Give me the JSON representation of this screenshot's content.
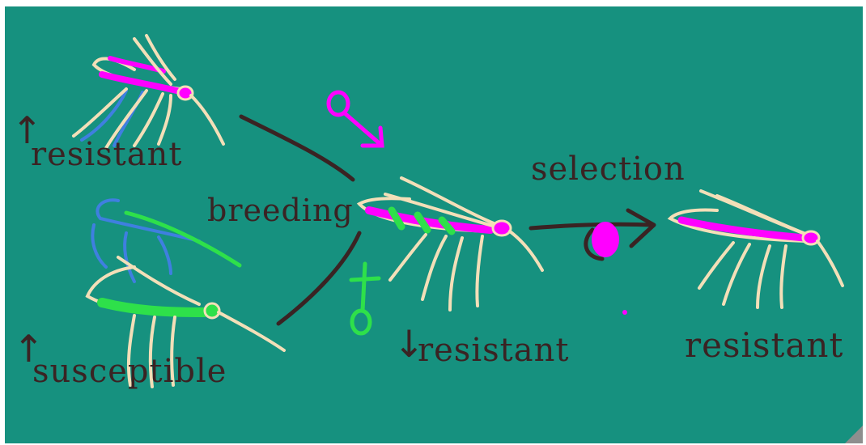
{
  "labels": {
    "resistant_top": "resistant",
    "susceptible": "susceptible",
    "breeding": "breeding",
    "selection": "selection",
    "resistant_mid": "resistant",
    "resistant_right": "resistant"
  },
  "arrows": {
    "up": "↑",
    "down": "↓"
  },
  "colors": {
    "background": "#16917f",
    "ink": "#3a2323",
    "mosquito_outline": "#f3dfb8",
    "resistant_marking": "#ff00ff",
    "susceptible_marking": "#2ee04a",
    "blue_sketch": "#3f7fe0"
  },
  "symbols": {
    "female": "female-symbol",
    "male": "male-symbol"
  }
}
